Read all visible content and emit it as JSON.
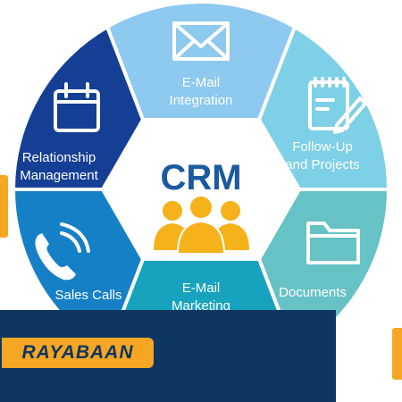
{
  "center": {
    "title": "CRM"
  },
  "segments": [
    {
      "label_lines": [
        "E-Mail",
        "Integration"
      ],
      "icon": "envelope-icon"
    },
    {
      "label_lines": [
        "Follow-Up",
        "and Projects"
      ],
      "icon": "notepad-pencil-icon"
    },
    {
      "label_lines": [
        "Documents"
      ],
      "icon": "folder-icon"
    },
    {
      "label_lines": [
        "E-Mail",
        "Marketing"
      ],
      "icon": "megaphone-icon"
    },
    {
      "label_lines": [
        "Sales Calls"
      ],
      "icon": "phone-icon"
    },
    {
      "label_lines": [
        "Relationship",
        "Management"
      ],
      "icon": "calendar-icon"
    }
  ],
  "colors": {
    "segment_fills": [
      "#8ec9ef",
      "#7ed0e6",
      "#66c2c4",
      "#17a3bd",
      "#1580c6",
      "#153f94"
    ],
    "hexagon": "#ffffff",
    "center_title": "#1a5aa0",
    "people_icon": "#f5b21a",
    "brand_bar": "#0f3561",
    "accent": "#f5a623"
  },
  "brand": {
    "name": "RAYABAAN"
  }
}
